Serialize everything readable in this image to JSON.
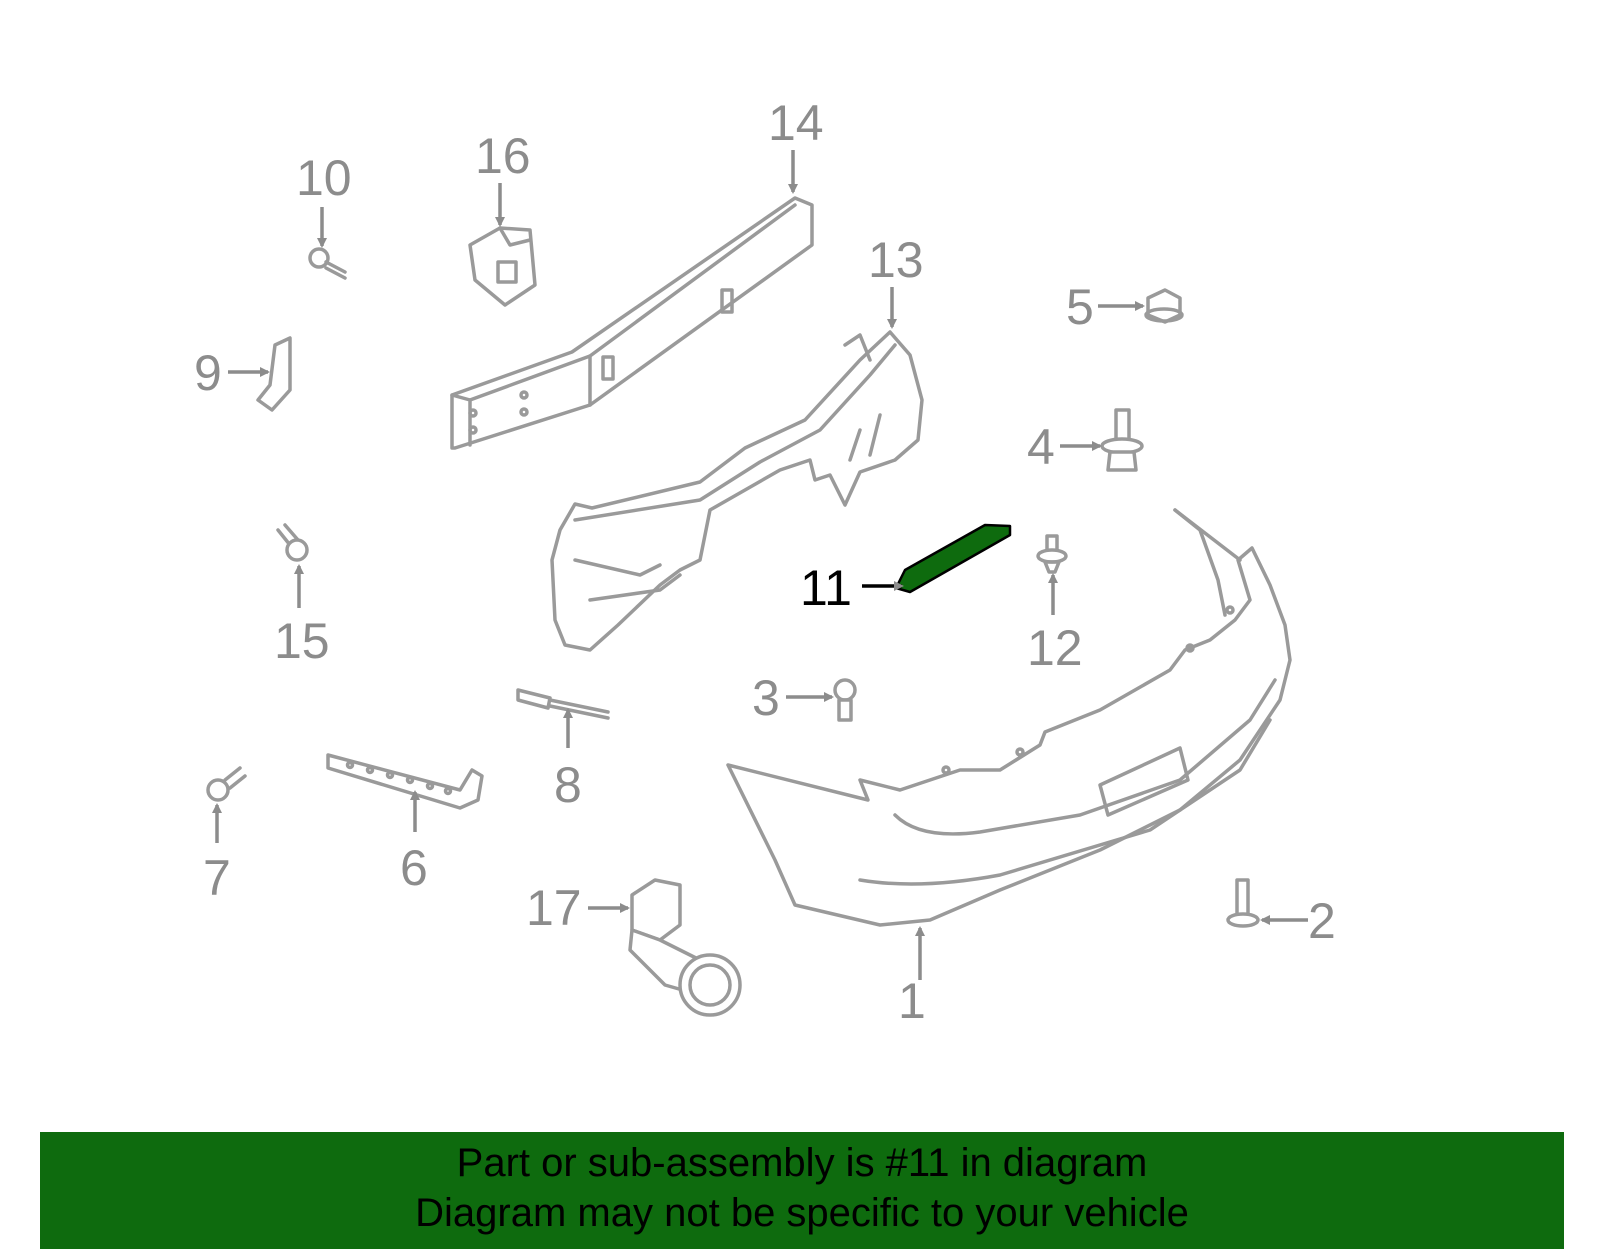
{
  "highlight_color": "#0e6b0e",
  "highlighted_part": "11",
  "callouts": {
    "c1": "1",
    "c2": "2",
    "c3": "3",
    "c4": "4",
    "c5": "5",
    "c6": "6",
    "c7": "7",
    "c8": "8",
    "c9": "9",
    "c10": "10",
    "c11": "11",
    "c12": "12",
    "c13": "13",
    "c14": "14",
    "c15": "15",
    "c16": "16",
    "c17": "17"
  },
  "footer": {
    "line1": "Part or sub-assembly is #11 in diagram",
    "line2": "Diagram may not be specific to your vehicle"
  }
}
